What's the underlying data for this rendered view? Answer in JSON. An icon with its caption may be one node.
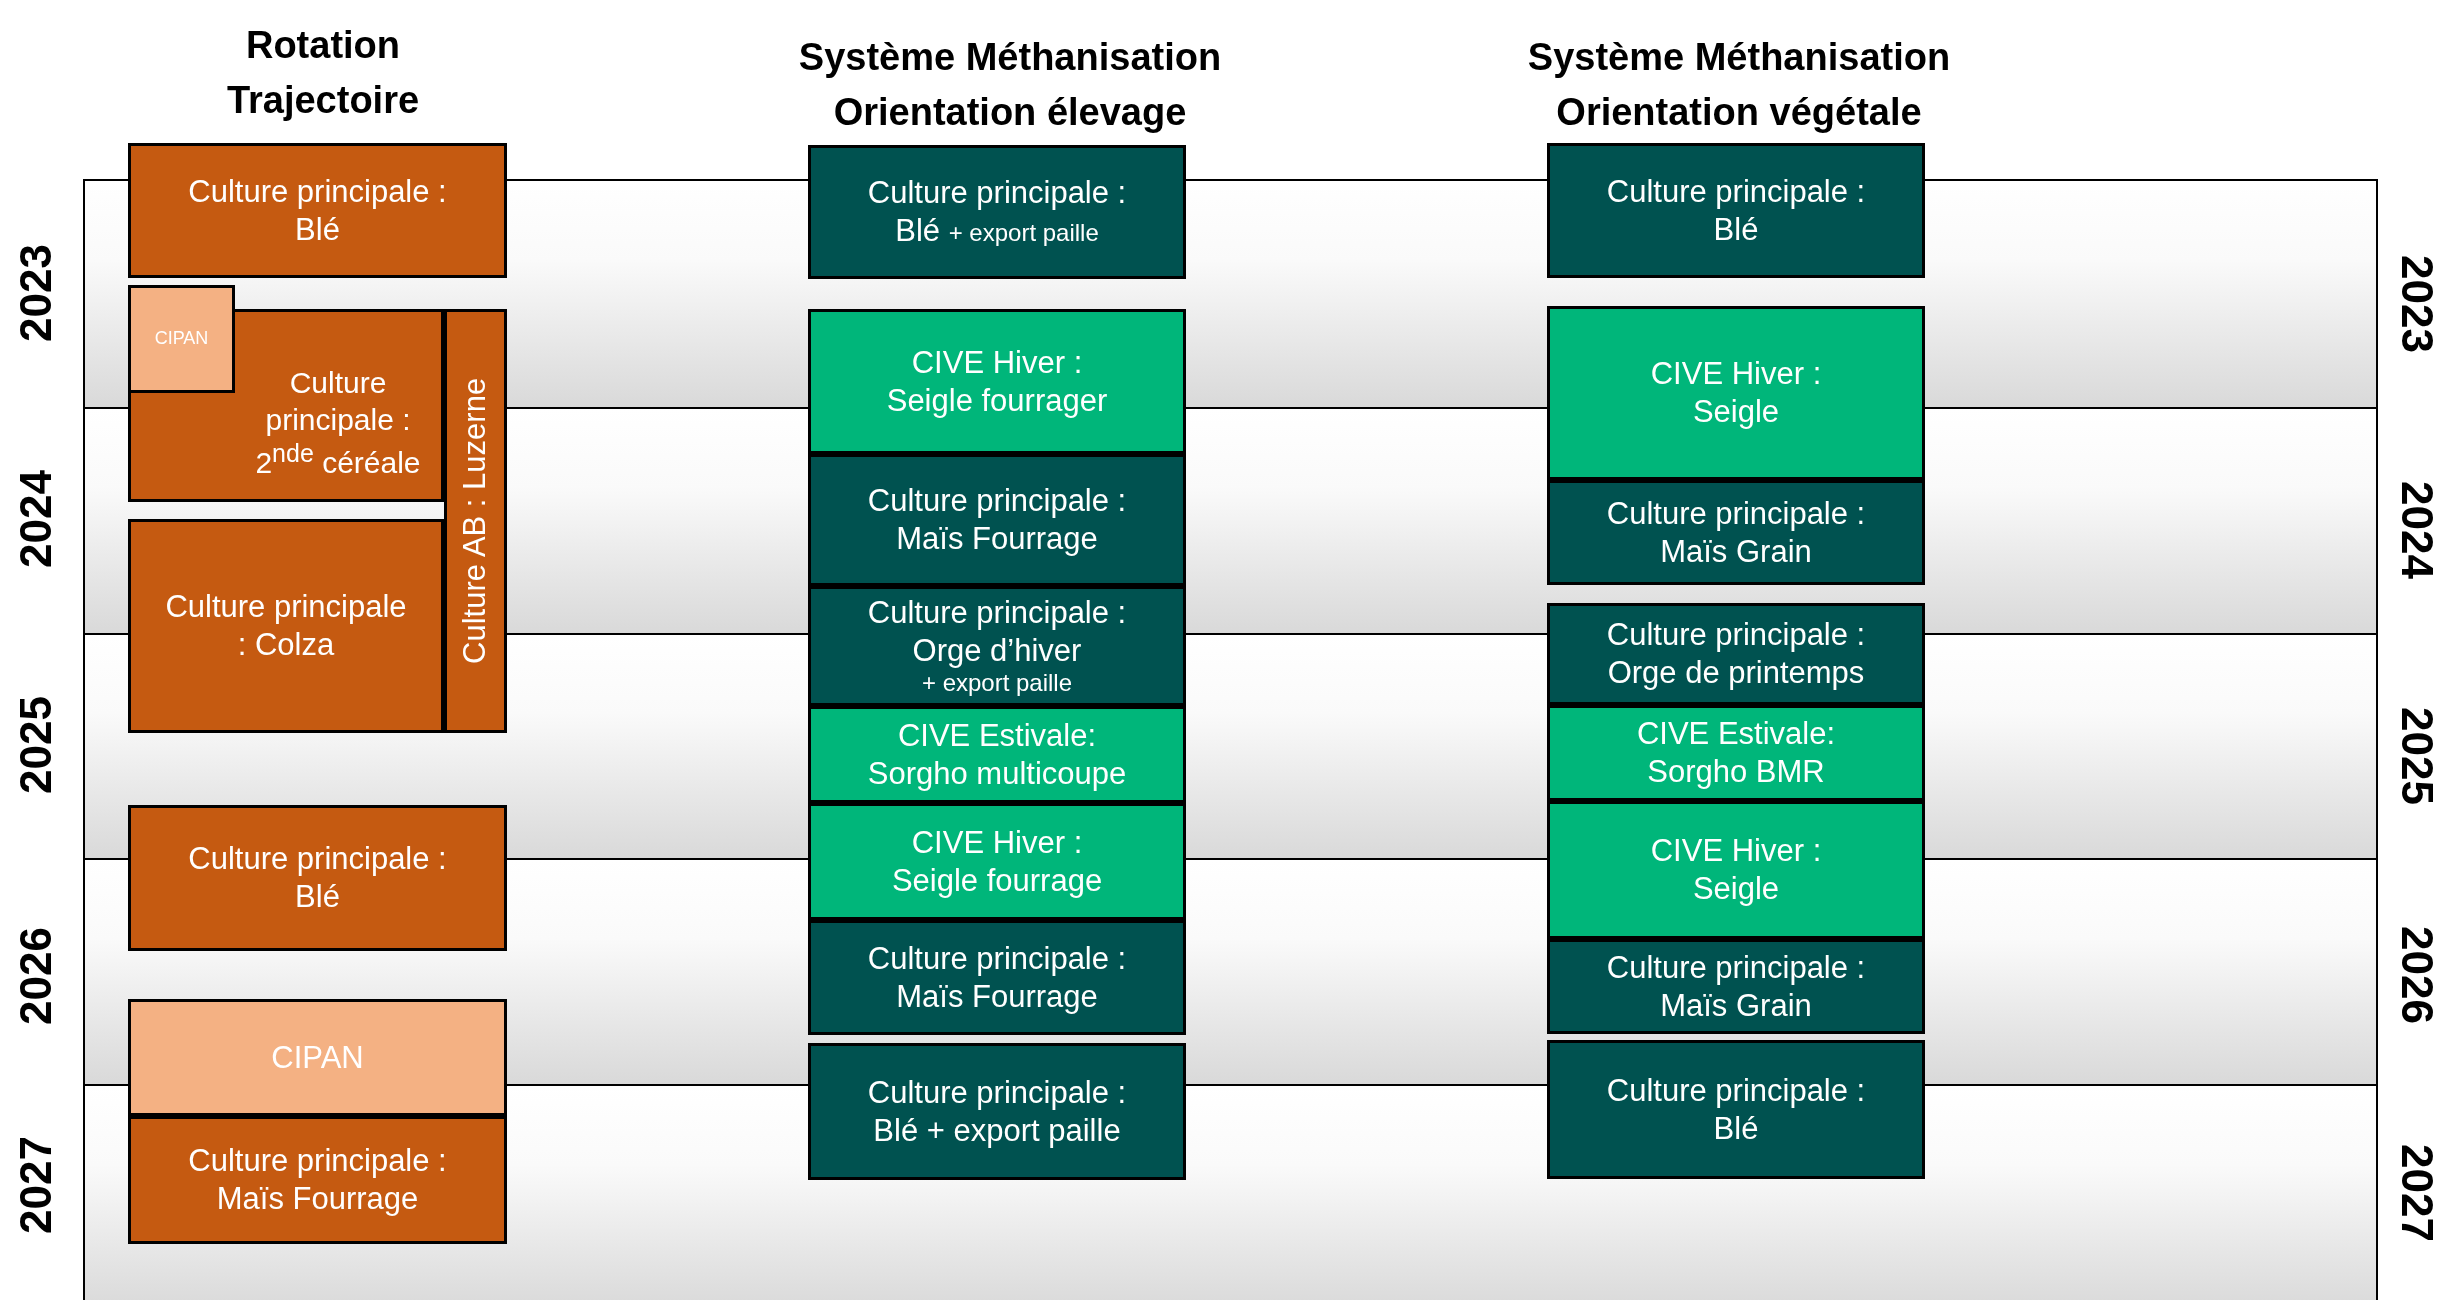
{
  "diagram": {
    "nodes": [
      {
        "text": [
          "Culture principale : Blé"
        ]
      },
      {
        "text": [
          "CIPAN"
        ]
      },
      {
        "text": [
          "Culture principale : 2$^{nde}$ céréale"
        ]
      },
      {
        "text": [
          "Culture AB : Luzerne"
        ]
      },
      {
        "text": [
          "Culture principale : Colza"
        ]
      },
      {
        "text": [
          "Culture principale : Blé"
        ]
      },
      {
        "text": [
          "CIPAN"
        ]
      },
      {
        "text": [
          "Culture principale : Maïs Fourrage"
        ]
      },
      {
        "text": [
          "Culture principale : Blé",
          "+ export paille"
        ]
      },
      {
        "text": [
          "CIVE Hiver : Seigle fourrager"
        ]
      },
      {
        "text": [
          "Culture principale : Maïs Fourrage"
        ]
      },
      {
        "text": [
          "Culture principale : Orge d’hiver",
          "+ export paille"
        ]
      },
      {
        "text": [
          "CIVE Estivale: Sorgho multicoupe"
        ]
      },
      {
        "text": [
          "CIVE Hiver : Seigle fourrage"
        ]
      },
      {
        "text": [
          "Culture principale : Maïs Fourrage"
        ]
      },
      {
        "text": [
          "Culture principale : Blé + export paille"
        ]
      },
      {
        "text": [
          "Culture principale : Blé"
        ]
      },
      {
        "text": [
          "CIVE Hiver : Seigle"
        ]
      },
      {
        "text": [
          "Culture principale : Maïs Grain"
        ]
      },
      {
        "text": [
          "Culture principale : Orge de printemps"
        ]
      },
      {
        "text": [
          "CIVE Estivale: Sorgho BMR"
        ]
      },
      {
        "text": [
          "CIVE Hiver : Seigle"
        ]
      },
      {
        "text": [
          "Culture principale : Maïs Grain"
        ]
      },
      {
        "text": [
          "Culture principale : Blé"
        ]
      }
    ],
    "labels": [
      "Rotation Trajectoire",
      "Système Méthanisation Orientation élevage",
      "Système Méthanisation Orientation végétale",
      "2023",
      "2023",
      "2024",
      "2024",
      "2025",
      "2025",
      "2026",
      "2026",
      "2027",
      "2027"
    ]
  }
}
